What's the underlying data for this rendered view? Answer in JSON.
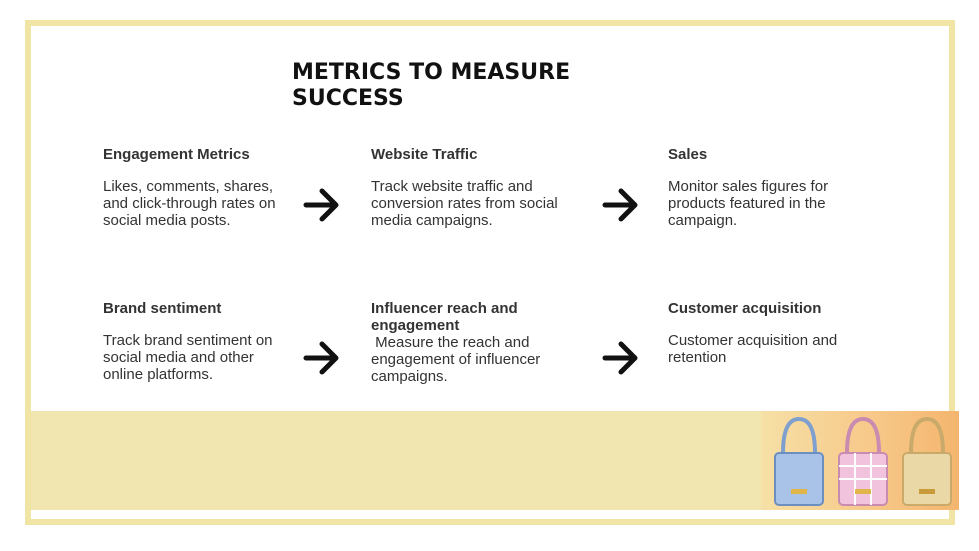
{
  "title": "METRICS TO MEASURE SUCCESS",
  "metrics": [
    {
      "heading": "Engagement Metrics",
      "body": "Likes, comments, shares, and click-through rates on social media posts."
    },
    {
      "heading": "Website Traffic",
      "body": "Track website traffic and conversion rates from social media campaigns."
    },
    {
      "heading": "Sales",
      "body": "Monitor sales figures for products featured in the campaign."
    },
    {
      "heading": "Brand sentiment",
      "body": "Track brand sentiment on social media and other online platforms."
    },
    {
      "heading": "Influencer reach and engagement",
      "body": " Measure the reach and engagement of influencer campaigns."
    },
    {
      "heading": "Customer acquisition",
      "body": "Customer acquisition and retention"
    }
  ],
  "icons": {
    "arrow": "arrow-right-icon",
    "image": "handbags-photo"
  },
  "colors": {
    "frame": "#f1e5a6",
    "band": "#f1e6b0",
    "text": "#333333",
    "title": "#111111"
  }
}
